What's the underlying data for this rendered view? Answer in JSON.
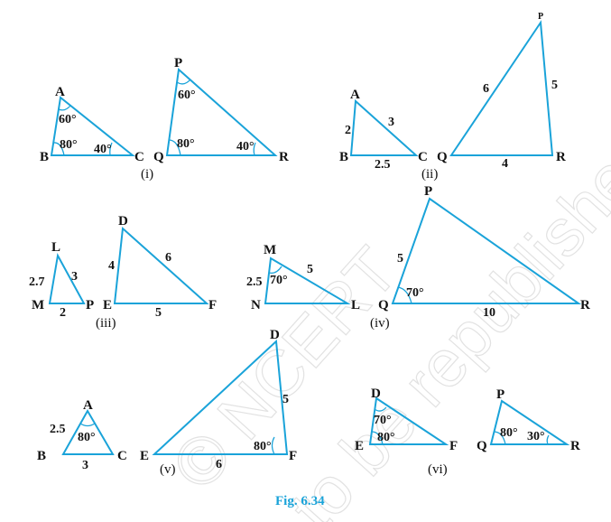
{
  "watermark": {
    "line1": "© NCERT",
    "line2": "to be republished"
  },
  "caption": "Fig. 6.34",
  "figures": {
    "i": {
      "label": "(i)",
      "t1": {
        "A": "A",
        "B": "B",
        "C": "C",
        "angleA": "60°",
        "angleB": "80°",
        "angleC": "40°"
      },
      "t2": {
        "P": "P",
        "Q": "Q",
        "R": "R",
        "angleP": "60°",
        "angleQ": "80°",
        "angleR": "40°"
      }
    },
    "ii": {
      "label": "(ii)",
      "t1": {
        "A": "A",
        "B": "B",
        "C": "C",
        "AB": "2",
        "AC": "3",
        "BC": "2.5"
      },
      "t2": {
        "P": "P",
        "Q": "Q",
        "R": "R",
        "PQ": "6",
        "PR": "5",
        "QR": "4"
      }
    },
    "iii": {
      "label": "(iii)",
      "t1": {
        "L": "L",
        "M": "M",
        "P": "P",
        "LM": "2.7",
        "LP": "3",
        "MP": "2"
      },
      "t2": {
        "D": "D",
        "E": "E",
        "F": "F",
        "DE": "4",
        "DF": "6",
        "EF": "5"
      }
    },
    "iv": {
      "label": "(iv)",
      "t1": {
        "M": "M",
        "N": "N",
        "L": "L",
        "MN": "2.5",
        "ML": "5",
        "angleM": "70°"
      },
      "t2": {
        "P": "P",
        "Q": "Q",
        "R": "R",
        "PQ": "5",
        "QR": "10",
        "angleQ": "70°"
      }
    },
    "v": {
      "label": "(v)",
      "t1": {
        "A": "A",
        "B": "B",
        "C": "C",
        "AB": "2.5",
        "BC": "3",
        "angleA": "80°"
      },
      "t2": {
        "D": "D",
        "E": "E",
        "F": "F",
        "DF": "5",
        "EF": "6",
        "angleF": "80°"
      }
    },
    "vi": {
      "label": "(vi)",
      "t1": {
        "D": "D",
        "E": "E",
        "F": "F",
        "angleD": "70°",
        "angleE": "80°"
      },
      "t2": {
        "P": "P",
        "Q": "Q",
        "R": "R",
        "angleQ": "80°",
        "angleR": "30°"
      }
    }
  }
}
